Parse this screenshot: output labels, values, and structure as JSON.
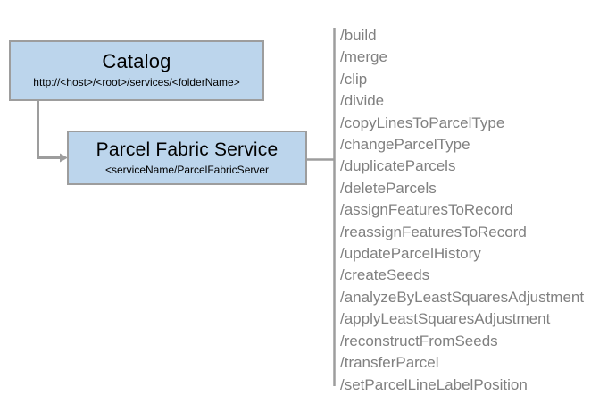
{
  "diagram": {
    "nodes": [
      {
        "id": "catalog",
        "title": "Catalog",
        "subtitle": "http://<host>/<root>/services/<folderName>"
      },
      {
        "id": "parcel-fabric-service",
        "title": "Parcel Fabric Service",
        "subtitle": "<serviceName/ParcelFabricServer"
      }
    ],
    "operations": [
      "/build",
      "/merge",
      "/clip",
      "/divide",
      "/copyLinesToParcelType",
      "/changeParcelType",
      "/duplicateParcels",
      "/deleteParcels",
      "/assignFeaturesToRecord",
      "/reassignFeaturesToRecord",
      "/updateParcelHistory",
      "/createSeeds",
      "/analyzeByLeastSquaresAdjustment",
      "/applyLeastSquaresAdjustment",
      "/reconstructFromSeeds",
      "/transferParcel",
      "/setParcelLineLabelPosition"
    ],
    "colors": {
      "node_fill": "#bcd5ec",
      "node_border": "#9d9d9d",
      "connector": "#9d9d9d",
      "operation_text": "#808080",
      "node_text": "#000000",
      "background": "#ffffff"
    }
  }
}
